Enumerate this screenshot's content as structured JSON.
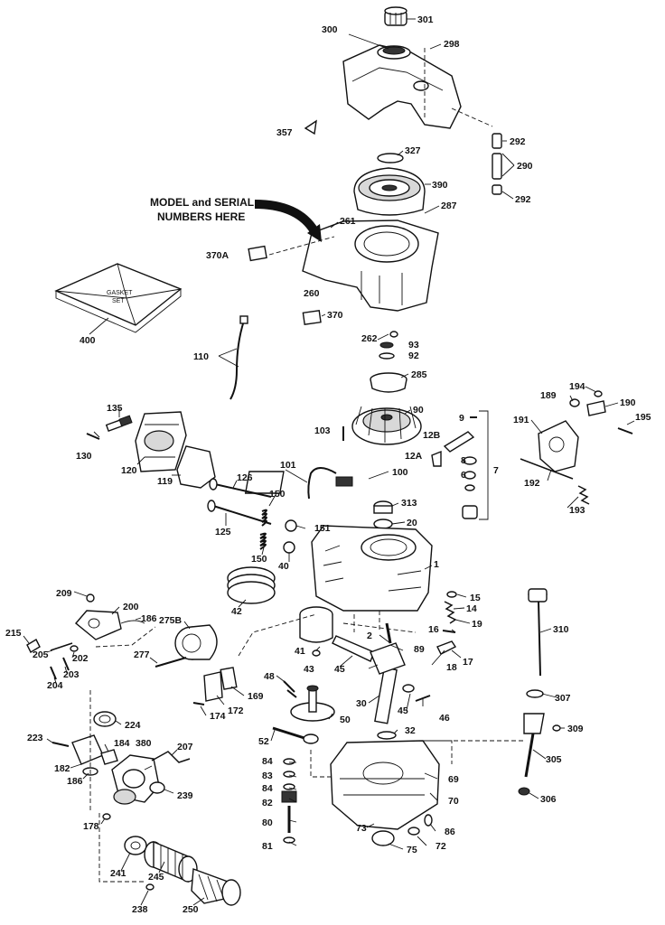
{
  "caption": {
    "line1": "MODEL and SERIAL",
    "line2": "NUMBERS HERE"
  },
  "gasket_box": {
    "line1": "GASKET",
    "line2": "SET"
  },
  "colors": {
    "ink": "#111111",
    "background": "#ffffff"
  },
  "callouts": [
    {
      "id": "301",
      "text": "301"
    },
    {
      "id": "300",
      "text": "300"
    },
    {
      "id": "298",
      "text": "298"
    },
    {
      "id": "357",
      "text": "357"
    },
    {
      "id": "292a",
      "text": "292"
    },
    {
      "id": "327",
      "text": "327"
    },
    {
      "id": "290",
      "text": "290"
    },
    {
      "id": "390",
      "text": "390"
    },
    {
      "id": "292b",
      "text": "292"
    },
    {
      "id": "287",
      "text": "287"
    },
    {
      "id": "261",
      "text": "261"
    },
    {
      "id": "370A",
      "text": "370A"
    },
    {
      "id": "260",
      "text": "260"
    },
    {
      "id": "370",
      "text": "370"
    },
    {
      "id": "400",
      "text": "400"
    },
    {
      "id": "262",
      "text": "262"
    },
    {
      "id": "93",
      "text": "93"
    },
    {
      "id": "92",
      "text": "92"
    },
    {
      "id": "110",
      "text": "110"
    },
    {
      "id": "285",
      "text": "285"
    },
    {
      "id": "194",
      "text": "194"
    },
    {
      "id": "189",
      "text": "189"
    },
    {
      "id": "190",
      "text": "190"
    },
    {
      "id": "135",
      "text": "135"
    },
    {
      "id": "90",
      "text": "90"
    },
    {
      "id": "9",
      "text": "9"
    },
    {
      "id": "195",
      "text": "195"
    },
    {
      "id": "191",
      "text": "191"
    },
    {
      "id": "103",
      "text": "103"
    },
    {
      "id": "12B",
      "text": "12B"
    },
    {
      "id": "130",
      "text": "130"
    },
    {
      "id": "12A",
      "text": "12A"
    },
    {
      "id": "8",
      "text": "8"
    },
    {
      "id": "7",
      "text": "7"
    },
    {
      "id": "101",
      "text": "101"
    },
    {
      "id": "100",
      "text": "100"
    },
    {
      "id": "6",
      "text": "6"
    },
    {
      "id": "120",
      "text": "120"
    },
    {
      "id": "119",
      "text": "119"
    },
    {
      "id": "126",
      "text": "126"
    },
    {
      "id": "192",
      "text": "192"
    },
    {
      "id": "150a",
      "text": "150"
    },
    {
      "id": "313",
      "text": "313"
    },
    {
      "id": "193",
      "text": "193"
    },
    {
      "id": "125",
      "text": "125"
    },
    {
      "id": "20",
      "text": "20"
    },
    {
      "id": "151",
      "text": "151"
    },
    {
      "id": "150b",
      "text": "150"
    },
    {
      "id": "40",
      "text": "40"
    },
    {
      "id": "1",
      "text": "1"
    },
    {
      "id": "42",
      "text": "42"
    },
    {
      "id": "209",
      "text": "209"
    },
    {
      "id": "15",
      "text": "15"
    },
    {
      "id": "200",
      "text": "200"
    },
    {
      "id": "186a",
      "text": "186"
    },
    {
      "id": "14",
      "text": "14"
    },
    {
      "id": "275B",
      "text": "275B"
    },
    {
      "id": "310",
      "text": "310"
    },
    {
      "id": "19",
      "text": "19"
    },
    {
      "id": "215",
      "text": "215"
    },
    {
      "id": "16",
      "text": "16"
    },
    {
      "id": "2",
      "text": "2"
    },
    {
      "id": "205",
      "text": "205"
    },
    {
      "id": "202",
      "text": "202"
    },
    {
      "id": "277",
      "text": "277"
    },
    {
      "id": "41",
      "text": "41"
    },
    {
      "id": "89",
      "text": "89"
    },
    {
      "id": "17",
      "text": "17"
    },
    {
      "id": "203",
      "text": "203"
    },
    {
      "id": "43",
      "text": "43"
    },
    {
      "id": "45a",
      "text": "45"
    },
    {
      "id": "18",
      "text": "18"
    },
    {
      "id": "204",
      "text": "204"
    },
    {
      "id": "48",
      "text": "48"
    },
    {
      "id": "169",
      "text": "169"
    },
    {
      "id": "307",
      "text": "307"
    },
    {
      "id": "30",
      "text": "30"
    },
    {
      "id": "45b",
      "text": "45"
    },
    {
      "id": "172",
      "text": "172"
    },
    {
      "id": "174",
      "text": "174"
    },
    {
      "id": "46",
      "text": "46"
    },
    {
      "id": "224",
      "text": "224"
    },
    {
      "id": "50",
      "text": "50"
    },
    {
      "id": "309",
      "text": "309"
    },
    {
      "id": "223",
      "text": "223"
    },
    {
      "id": "32",
      "text": "32"
    },
    {
      "id": "52",
      "text": "52"
    },
    {
      "id": "207",
      "text": "207"
    },
    {
      "id": "184",
      "text": "184"
    },
    {
      "id": "380",
      "text": "380"
    },
    {
      "id": "305",
      "text": "305"
    },
    {
      "id": "182",
      "text": "182"
    },
    {
      "id": "84a",
      "text": "84"
    },
    {
      "id": "186b",
      "text": "186"
    },
    {
      "id": "83",
      "text": "83"
    },
    {
      "id": "69",
      "text": "69"
    },
    {
      "id": "239",
      "text": "239"
    },
    {
      "id": "84b",
      "text": "84"
    },
    {
      "id": "306",
      "text": "306"
    },
    {
      "id": "82",
      "text": "82"
    },
    {
      "id": "70",
      "text": "70"
    },
    {
      "id": "178",
      "text": "178"
    },
    {
      "id": "80",
      "text": "80"
    },
    {
      "id": "73",
      "text": "73"
    },
    {
      "id": "86",
      "text": "86"
    },
    {
      "id": "81",
      "text": "81"
    },
    {
      "id": "72",
      "text": "72"
    },
    {
      "id": "75",
      "text": "75"
    },
    {
      "id": "241",
      "text": "241"
    },
    {
      "id": "245",
      "text": "245"
    },
    {
      "id": "238",
      "text": "238"
    },
    {
      "id": "250",
      "text": "250"
    }
  ]
}
